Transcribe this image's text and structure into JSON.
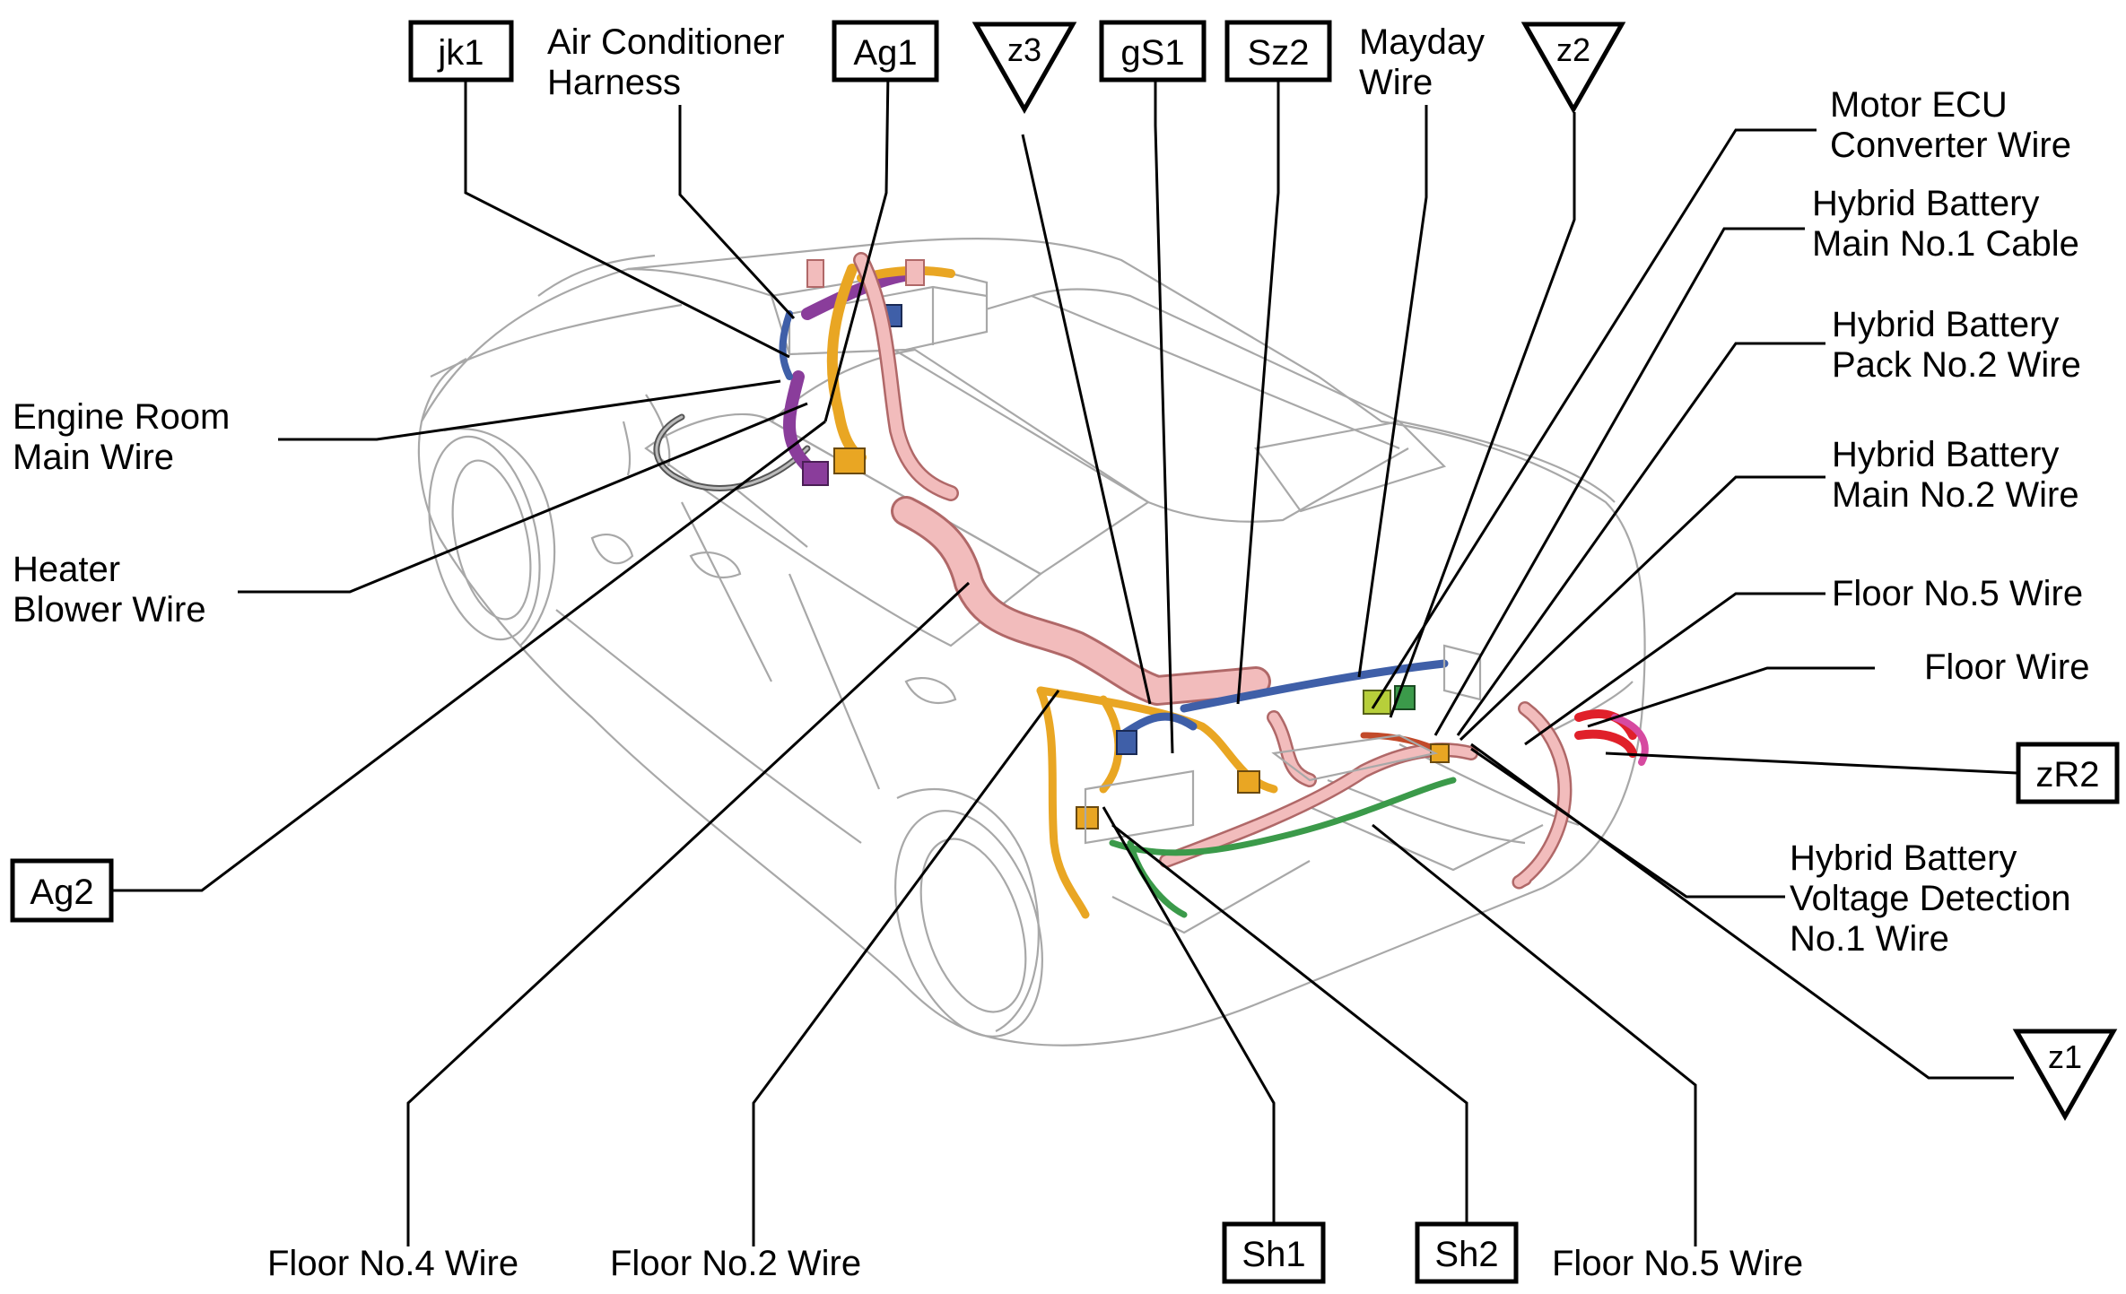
{
  "colors": {
    "pink": "#f2bcbc",
    "pink_outline": "#b06868",
    "orange": "#e9a623",
    "blue": "#3f5fa8",
    "green": "#3b9a4a",
    "purple": "#8a3d9b",
    "red": "#e0202a",
    "yellow_green": "#b7cf3a",
    "car_line": "#a8a8a8"
  },
  "labels": {
    "air_conditioner_harness": [
      "Air Conditioner",
      "Harness"
    ],
    "mayday_wire": [
      "Mayday",
      "Wire"
    ],
    "motor_ecu_converter_wire": [
      "Motor ECU",
      "Converter Wire"
    ],
    "hybrid_battery_main_no1_cable": [
      "Hybrid Battery",
      "Main No.1 Cable"
    ],
    "hybrid_battery_pack_no2_wire": [
      "Hybrid Battery",
      "Pack No.2 Wire"
    ],
    "hybrid_battery_main_no2_wire": [
      "Hybrid Battery",
      "Main No.2 Wire"
    ],
    "floor_no5_wire_right": [
      "Floor No.5 Wire"
    ],
    "floor_wire": [
      "Floor Wire"
    ],
    "hybrid_battery_voltage_detection_no1_wire": [
      "Hybrid Battery",
      "Voltage Detection",
      "No.1 Wire"
    ],
    "engine_room_main_wire": [
      "Engine Room",
      "Main Wire"
    ],
    "heater_blower_wire": [
      "Heater",
      "Blower Wire"
    ],
    "floor_no4_wire": [
      "Floor No.4 Wire"
    ],
    "floor_no2_wire": [
      "Floor No.2 Wire"
    ],
    "floor_no5_wire_bottom": [
      "Floor No.5 Wire"
    ]
  },
  "boxes": {
    "jk1": "jk1",
    "ag1": "Ag1",
    "gs1": "gS1",
    "sz2": "Sz2",
    "ag2": "Ag2",
    "zr2": "zR2",
    "sh1": "Sh1",
    "sh2": "Sh2"
  },
  "triangles": {
    "z3": "z3",
    "z2": "z2",
    "z1": "z1"
  }
}
